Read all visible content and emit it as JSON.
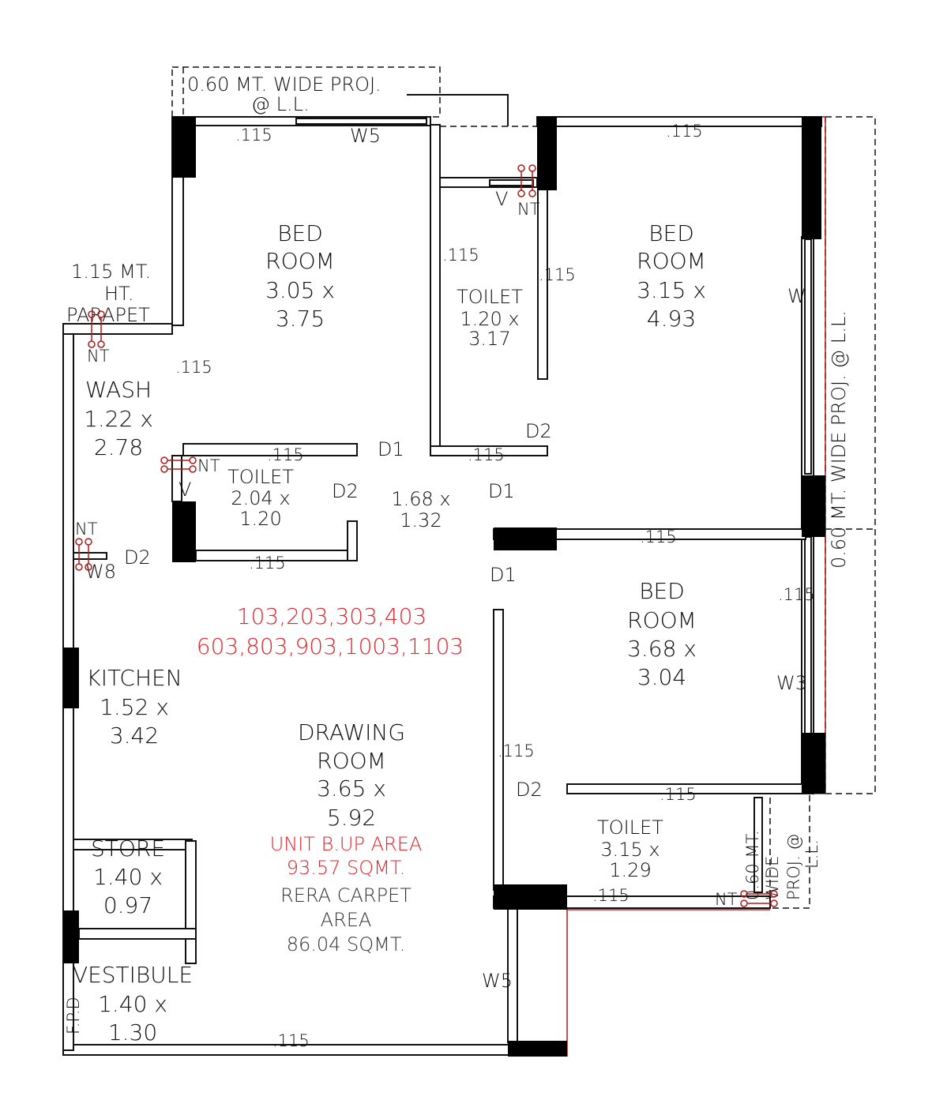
{
  "projections": {
    "top": [
      "0.60 MT. WIDE PROJ.",
      "@ L.L."
    ],
    "right": "0.60 MT. WIDE PROJ. @ L.L.",
    "bottom_right": [
      "0.60 MT.",
      "WIDE",
      "PROJ. @",
      "L.L."
    ],
    "parapet": [
      "1.15 MT.",
      "HT.",
      "PARAPET"
    ]
  },
  "rooms": {
    "bed1": [
      "BED",
      "ROOM",
      "3.05 x",
      "3.75"
    ],
    "toilet1": [
      "TOILET",
      "1.20 x",
      "3.17"
    ],
    "bed2": [
      "BED",
      "ROOM",
      "3.15 x",
      "4.93"
    ],
    "wash": [
      "WASH",
      "1.22 x",
      "2.78"
    ],
    "toilet2": [
      "TOILET",
      "2.04 x",
      "1.20"
    ],
    "passage": [
      "1.68 x",
      "1.32"
    ],
    "bed3": [
      "BED",
      "ROOM",
      "3.68 x",
      "3.04"
    ],
    "kitchen": [
      "KITCHEN",
      "1.52 x",
      "3.42"
    ],
    "drawing": [
      "DRAWING",
      "ROOM",
      "3.65 x",
      "5.92"
    ],
    "toilet3": [
      "TOILET",
      "3.15 x",
      "1.29"
    ],
    "store": [
      "STORE",
      "1.40 x",
      "0.97"
    ],
    "vestibule": [
      "VESTIBULE",
      "1.40 x",
      "1.30"
    ]
  },
  "unit_numbers": [
    "103,203,303,403",
    "603,803,903,1003,1103"
  ],
  "built_up": [
    "UNIT B.UP AREA",
    "93.57 SQMT."
  ],
  "carpet": [
    "RERA CARPET",
    "AREA",
    "86.04 SQMT."
  ],
  "marks": {
    "wall": ".115",
    "d1": "D1",
    "d2": "D2",
    "w": "W",
    "w3": "W3",
    "w5": "W5",
    "w8": "W8",
    "v": "V",
    "nt": "NT",
    "fpd": "F.P.D"
  },
  "colors": {
    "wall": "#000000",
    "annotation": "#e0262c",
    "outline": "#b01818"
  }
}
